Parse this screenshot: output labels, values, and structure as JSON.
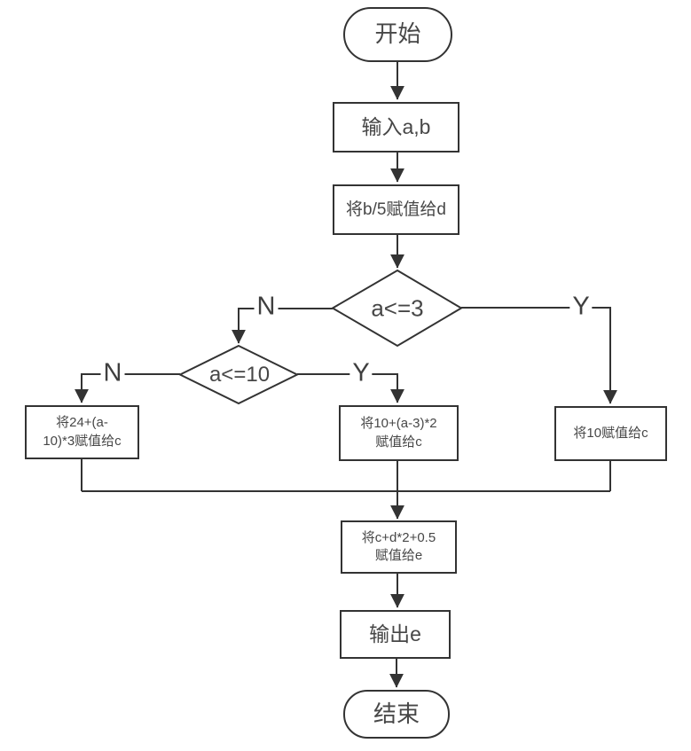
{
  "diagram": {
    "type": "flowchart",
    "colors": {
      "stroke": "#333333",
      "text": "#474747",
      "background": "#ffffff"
    },
    "nodes": {
      "start": {
        "type": "terminal",
        "label": "开始"
      },
      "input": {
        "type": "io",
        "label": "输入a,b"
      },
      "assign_d": {
        "type": "process",
        "label": "将b/5赋值给d"
      },
      "decision_a3": {
        "type": "decision",
        "label": "a<=3"
      },
      "decision_a10": {
        "type": "decision",
        "label": "a<=10"
      },
      "assign_c_gt10": {
        "type": "process",
        "lines": [
          "将24+(a-",
          "10)*3赋值给c"
        ]
      },
      "assign_c_mid": {
        "type": "process",
        "lines": [
          "将10+(a-3)*2",
          "赋值给c"
        ]
      },
      "assign_c_le3": {
        "type": "process",
        "label": "将10赋值给c"
      },
      "assign_e": {
        "type": "process",
        "lines": [
          "将c+d*2+0.5",
          "赋值给e"
        ]
      },
      "output": {
        "type": "io",
        "label": "输出e"
      },
      "end": {
        "type": "terminal",
        "label": "结束"
      }
    },
    "edges": [
      {
        "from": "start",
        "to": "input"
      },
      {
        "from": "input",
        "to": "assign_d"
      },
      {
        "from": "assign_d",
        "to": "decision_a3"
      },
      {
        "from": "decision_a3",
        "to": "decision_a10",
        "label": "N"
      },
      {
        "from": "decision_a3",
        "to": "assign_c_le3",
        "label": "Y"
      },
      {
        "from": "decision_a10",
        "to": "assign_c_gt10",
        "label": "N"
      },
      {
        "from": "decision_a10",
        "to": "assign_c_mid",
        "label": "Y"
      },
      {
        "from": "assign_c_gt10",
        "to": "assign_e"
      },
      {
        "from": "assign_c_mid",
        "to": "assign_e"
      },
      {
        "from": "assign_c_le3",
        "to": "assign_e"
      },
      {
        "from": "assign_e",
        "to": "output"
      },
      {
        "from": "output",
        "to": "end"
      }
    ]
  }
}
